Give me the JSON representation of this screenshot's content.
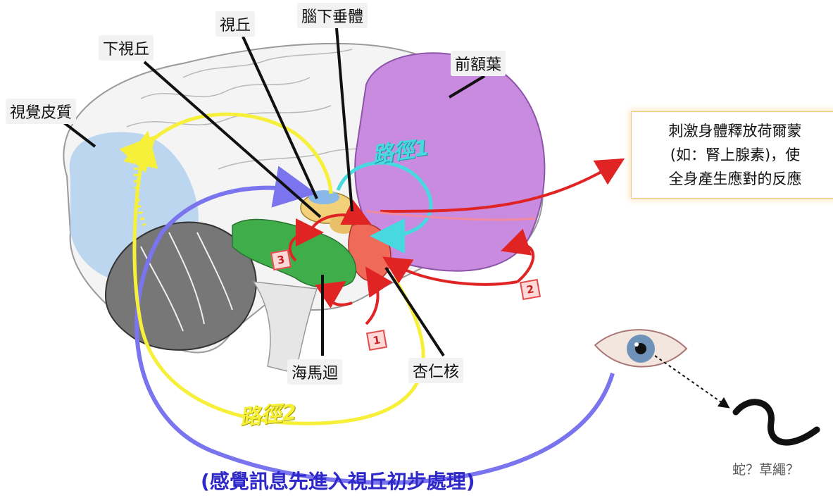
{
  "labels": {
    "visual_cortex": "視覺皮質",
    "hypothalamus": "下視丘",
    "thalamus": "視丘",
    "pituitary": "腦下垂體",
    "prefrontal": "前額葉",
    "hippocampus": "海馬迴",
    "amygdala": "杏仁核"
  },
  "paths": {
    "path1": "路徑1",
    "path2": "路徑2"
  },
  "badges": {
    "one": "1",
    "two": "2",
    "three": "3"
  },
  "callout": {
    "line1": "刺激身體釋放荷爾蒙",
    "line2": "(如：腎上腺素)，使",
    "line3": "全身產生應對的反應"
  },
  "caption": "(感覺訊息先進入視丘初步處理)",
  "snake_label": "蛇？草繩？",
  "colors": {
    "prefrontal": "#c98be0",
    "visual_cortex": "#b7d3f0",
    "thalamus": "#f2d17a",
    "amygdala": "#f06a5a",
    "hippocampus": "#3fae4a",
    "path1": "#48d8e0",
    "path2": "#f6f03a",
    "sensory": "#7a74ef",
    "response": "#e02424"
  }
}
